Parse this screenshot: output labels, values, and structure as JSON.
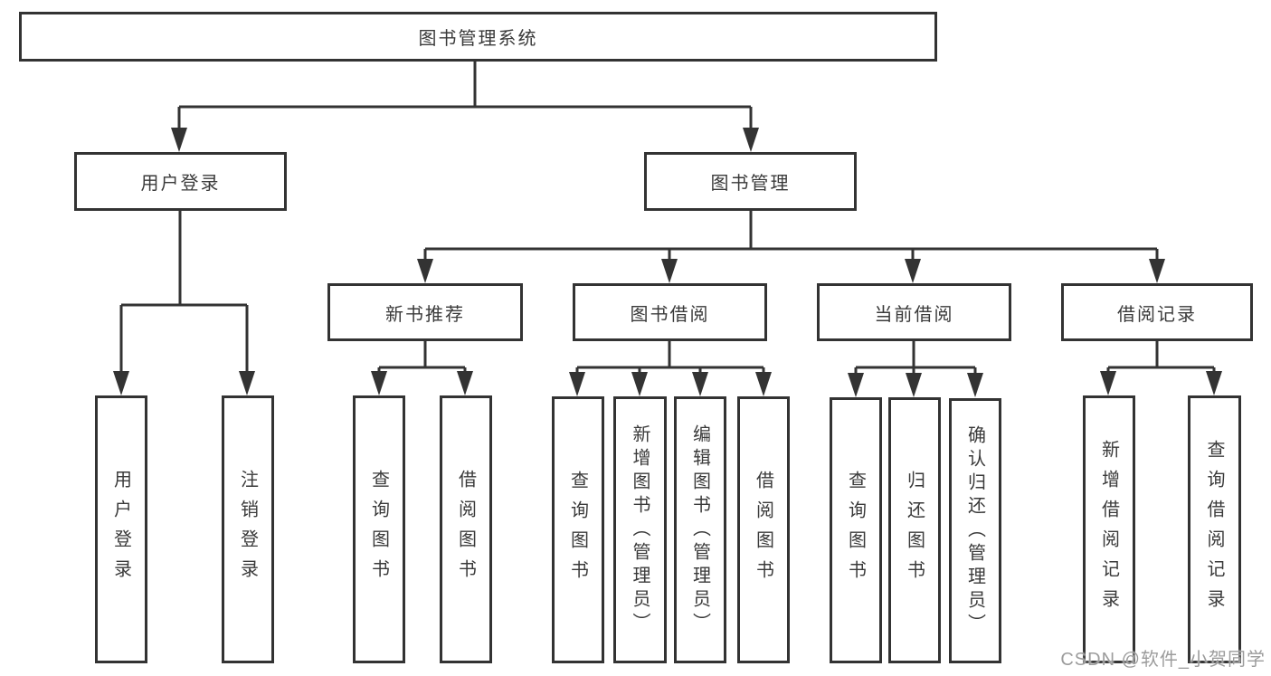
{
  "colors": {
    "background": "#ffffff",
    "line": "#333333",
    "box_border": "#333333",
    "text": "#3a3a3a",
    "watermark": "#9c9c9c"
  },
  "tree": {
    "root": "图书管理系统",
    "branches": [
      {
        "label": "用户登录",
        "children": [
          "用户登录",
          "注销登录"
        ]
      },
      {
        "label": "图书管理",
        "children": [
          {
            "label": "新书推荐",
            "children": [
              "查询图书",
              "借阅图书"
            ]
          },
          {
            "label": "图书借阅",
            "children": [
              "查询图书",
              "新增图书（管理员）",
              "编辑图书（管理员）",
              "借阅图书"
            ]
          },
          {
            "label": "当前借阅",
            "children": [
              "查询图书",
              "归还图书",
              "确认归还（管理员）"
            ]
          },
          {
            "label": "借阅记录",
            "children": [
              "新增借阅记录",
              "查询借阅记录"
            ]
          }
        ]
      }
    ]
  },
  "watermark": "CSDN @软件_小贺同学"
}
